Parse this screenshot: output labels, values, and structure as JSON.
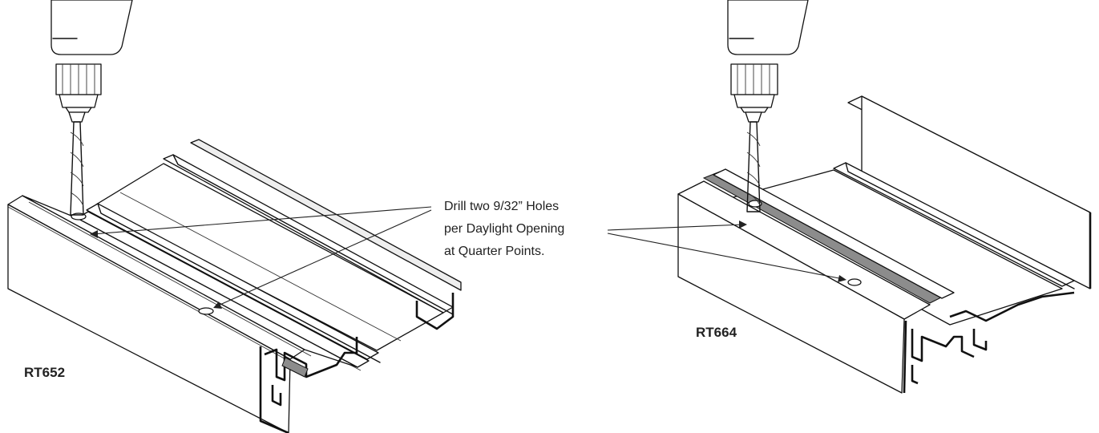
{
  "figures": [
    {
      "id": "left",
      "label": "RT652"
    },
    {
      "id": "right",
      "label": "RT664"
    }
  ],
  "callout": {
    "lines": [
      "Drill two 9/32” Holes",
      "per Daylight Opening",
      "at Quarter Points."
    ]
  }
}
